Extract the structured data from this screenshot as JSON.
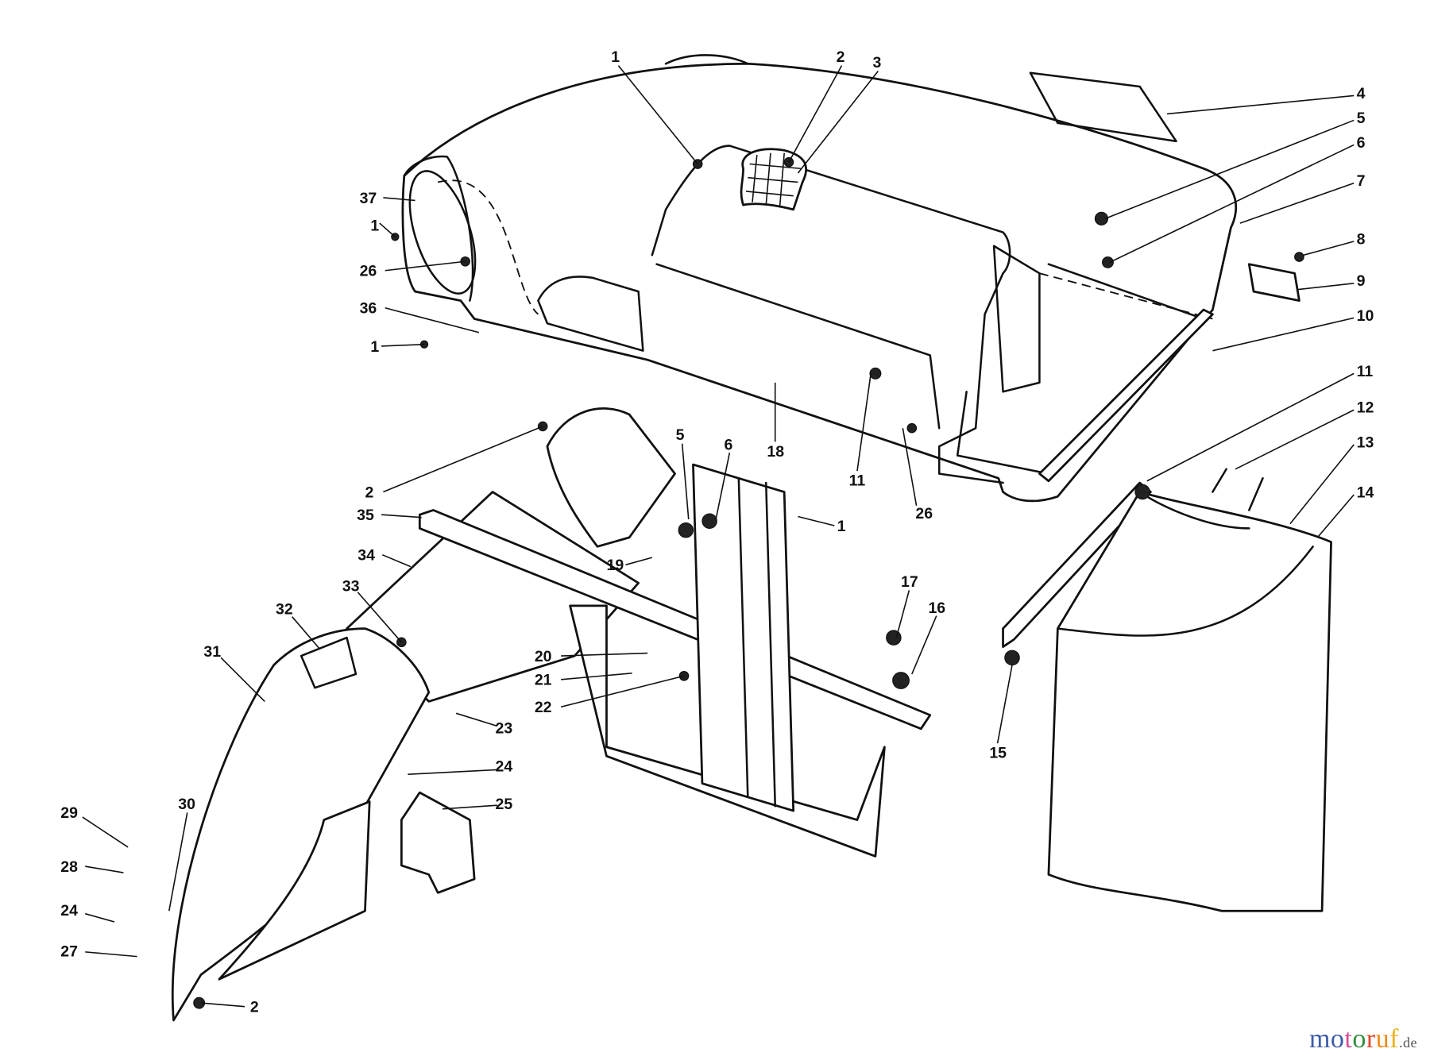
{
  "diagram": {
    "title": "Grass bagger exploded parts view",
    "callouts": [
      "1",
      "2",
      "3",
      "4",
      "5",
      "6",
      "7",
      "8",
      "9",
      "10",
      "11",
      "12",
      "13",
      "14",
      "37",
      "1",
      "26",
      "36",
      "1",
      "2",
      "35",
      "34",
      "33",
      "32",
      "31",
      "5",
      "6",
      "18",
      "11",
      "1",
      "26",
      "19",
      "20",
      "21",
      "22",
      "23",
      "17",
      "16",
      "15",
      "24",
      "25",
      "30",
      "29",
      "28",
      "24",
      "27",
      "2"
    ]
  },
  "watermark": {
    "letters": [
      "m",
      "o",
      "t",
      "o",
      "r",
      "u",
      "f"
    ],
    "colors": [
      "#3b5ca8",
      "#3b5ca8",
      "#d64f9a",
      "#2e8b3e",
      "#e0452b",
      "#f08a1c",
      "#e8b21d"
    ],
    "suffix": ".de"
  }
}
